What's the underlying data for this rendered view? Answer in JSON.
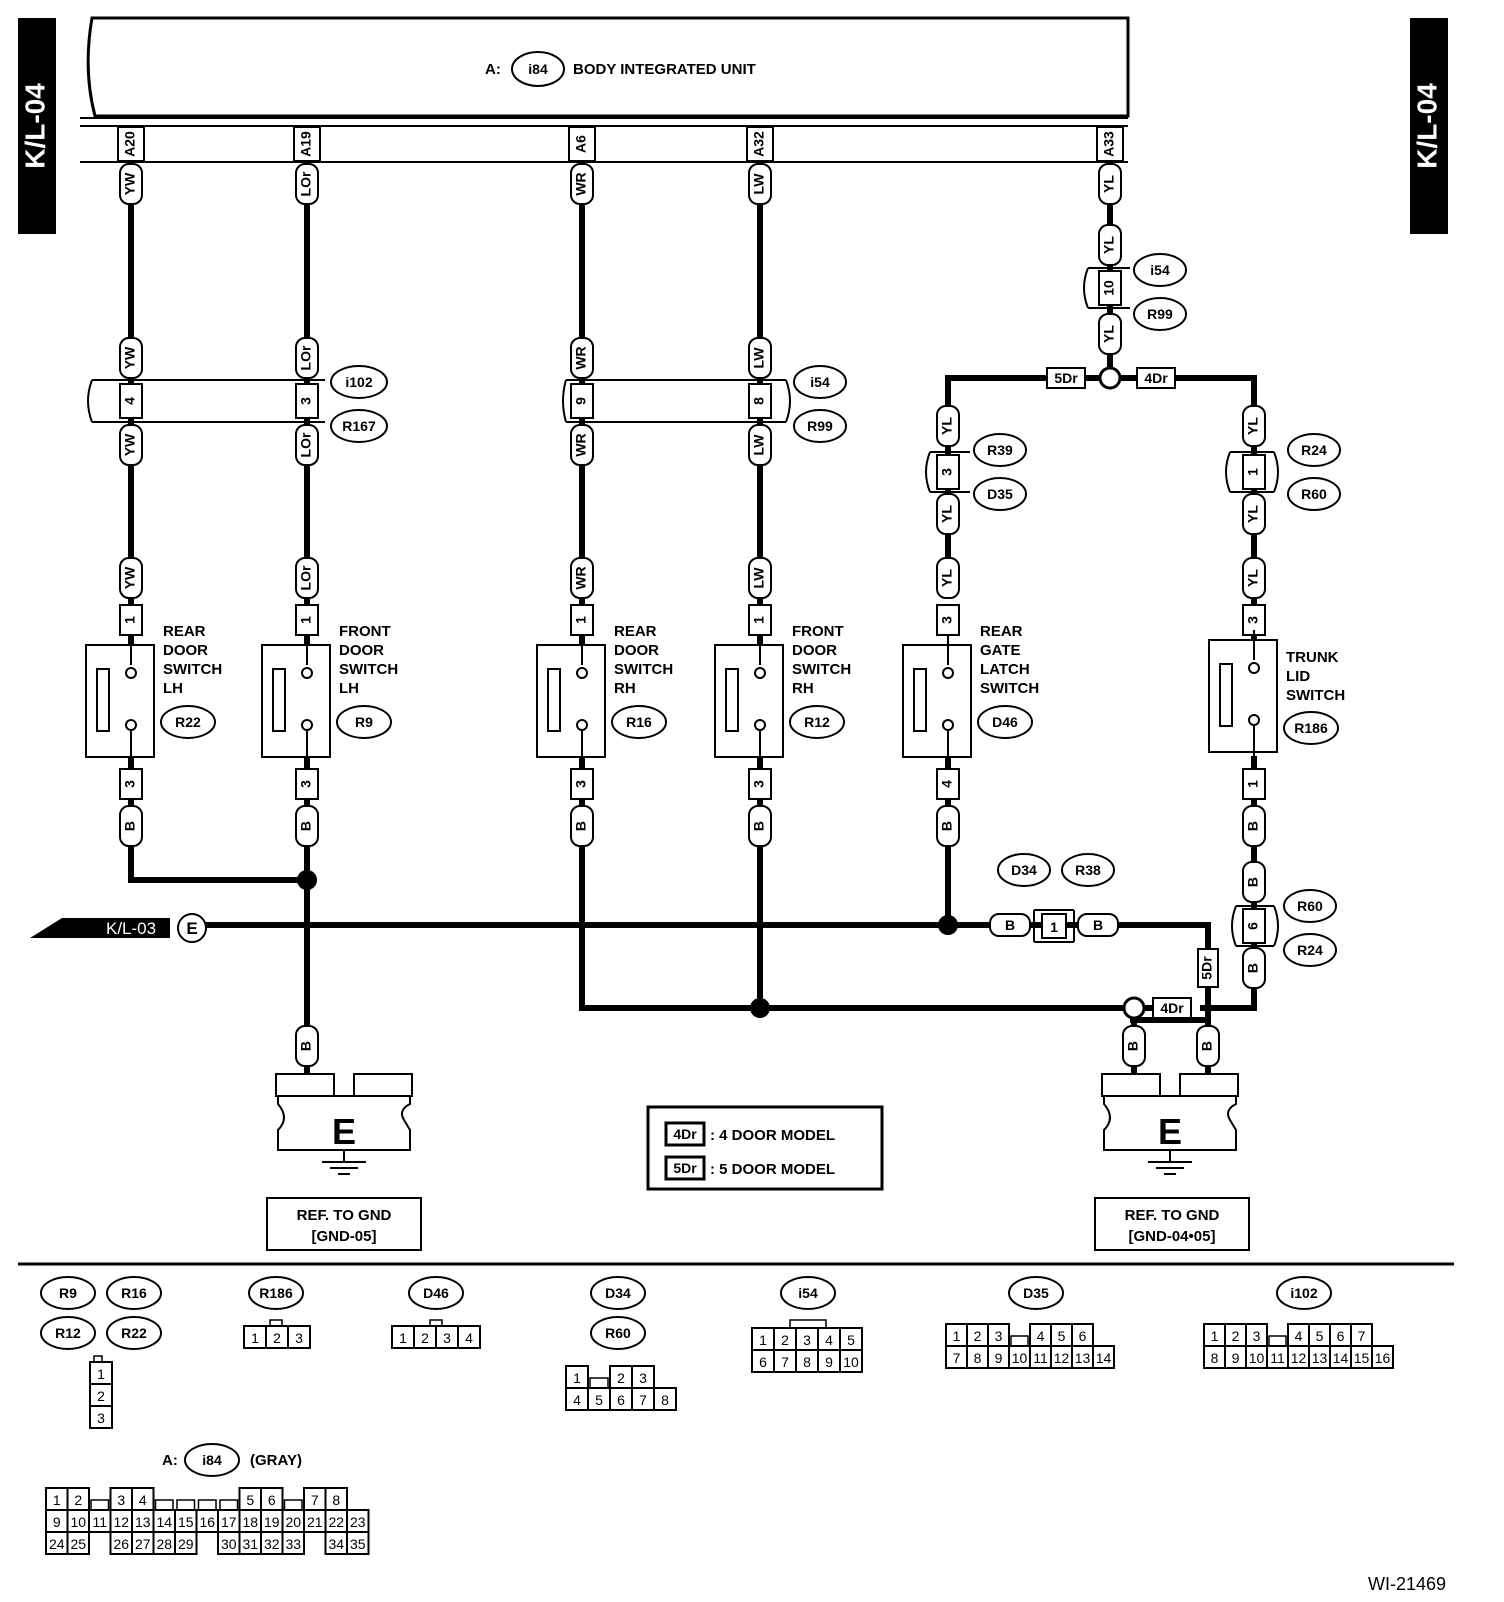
{
  "page_tag": "K/L-04",
  "figure_id": "WI-21469",
  "unit": {
    "prefix": "A:",
    "connector": "i84",
    "name": "BODY INTEGRATED UNIT"
  },
  "terminals": [
    {
      "id": "A20",
      "wire": "YW"
    },
    {
      "id": "A19",
      "wire": "LOr"
    },
    {
      "id": "A6",
      "wire": "WR"
    },
    {
      "id": "A32",
      "wire": "LW"
    },
    {
      "id": "A33",
      "wire": "YL"
    }
  ],
  "joints": [
    {
      "connectors": [
        "i102",
        "R167"
      ],
      "pins": [
        "4",
        "3"
      ],
      "wires": [
        "YW",
        "LOr"
      ]
    },
    {
      "connectors": [
        "i54",
        "R99"
      ],
      "pins": [
        "9",
        "8"
      ],
      "wires": [
        "WR",
        "LW"
      ]
    },
    {
      "connectors": [
        "i54",
        "R99"
      ],
      "pins": [
        "10"
      ],
      "wires": [
        "YL"
      ]
    },
    {
      "connectors": [
        "R39",
        "D35"
      ],
      "pins": [
        "3"
      ],
      "wires": [
        "YL"
      ]
    },
    {
      "connectors": [
        "R24",
        "R60"
      ],
      "pins": [
        "1"
      ],
      "wires": [
        "YL"
      ]
    },
    {
      "connectors": [
        "D34",
        "R38"
      ],
      "pins": [
        "1"
      ],
      "wires": [
        "B"
      ]
    },
    {
      "connectors": [
        "R60",
        "R24"
      ],
      "pins": [
        "6"
      ],
      "wires": [
        "B"
      ]
    }
  ],
  "switches": [
    {
      "name": [
        "REAR",
        "DOOR",
        "SWITCH",
        "LH"
      ],
      "connector": "R22",
      "pin_top": "1",
      "pin_bottom": "3",
      "wire_top": "YW",
      "wire_bottom": "B"
    },
    {
      "name": [
        "FRONT",
        "DOOR",
        "SWITCH",
        "LH"
      ],
      "connector": "R9",
      "pin_top": "1",
      "pin_bottom": "3",
      "wire_top": "LOr",
      "wire_bottom": "B"
    },
    {
      "name": [
        "REAR",
        "DOOR",
        "SWITCH",
        "RH"
      ],
      "connector": "R16",
      "pin_top": "1",
      "pin_bottom": "3",
      "wire_top": "WR",
      "wire_bottom": "B"
    },
    {
      "name": [
        "FRONT",
        "DOOR",
        "SWITCH",
        "RH"
      ],
      "connector": "R12",
      "pin_top": "1",
      "pin_bottom": "3",
      "wire_top": "LW",
      "wire_bottom": "B"
    },
    {
      "name": [
        "REAR",
        "GATE",
        "LATCH",
        "SWITCH"
      ],
      "connector": "D46",
      "pin_top": "3",
      "pin_bottom": "4",
      "wire_top": "YL",
      "wire_bottom": "B"
    },
    {
      "name": [
        "TRUNK",
        "LID",
        "SWITCH"
      ],
      "connector": "R186",
      "pin_top": "3",
      "pin_bottom": "1",
      "wire_top": "YL",
      "wire_bottom": "B"
    }
  ],
  "model_tags": {
    "four_door": "4Dr",
    "five_door": "5Dr"
  },
  "legend": [
    {
      "tag": "4Dr",
      "text": ": 4 DOOR MODEL"
    },
    {
      "tag": "5Dr",
      "text": ": 5 DOOR MODEL"
    }
  ],
  "offpage": {
    "ref": "K/L-03",
    "marker": "E"
  },
  "grounds": [
    {
      "mark": "E",
      "ref": [
        "REF. TO GND",
        "[GND-05]"
      ]
    },
    {
      "mark": "E",
      "ref": [
        "REF. TO GND",
        "[GND-04•05]"
      ]
    }
  ],
  "connector_views": [
    {
      "labels": [
        "R9",
        "R16",
        "R12",
        "R22"
      ],
      "rows": [
        [
          "1"
        ],
        [
          "2"
        ],
        [
          "3"
        ]
      ]
    },
    {
      "labels": [
        "R186"
      ],
      "rows": [
        [
          "1",
          "2",
          "3"
        ]
      ]
    },
    {
      "labels": [
        "D46"
      ],
      "rows": [
        [
          "1",
          "2",
          "3",
          "4"
        ]
      ]
    },
    {
      "labels": [
        "D34",
        "R60"
      ],
      "rows": [
        [
          "1",
          "",
          "2",
          "3"
        ],
        [
          "4",
          "5",
          "6",
          "7",
          "8"
        ]
      ]
    },
    {
      "labels": [
        "i54"
      ],
      "rows": [
        [
          "1",
          "2",
          "3",
          "4",
          "5"
        ],
        [
          "6",
          "7",
          "8",
          "9",
          "10"
        ]
      ]
    },
    {
      "labels": [
        "D35"
      ],
      "rows": [
        [
          "1",
          "2",
          "3",
          "",
          "4",
          "5",
          "6"
        ],
        [
          "7",
          "8",
          "9",
          "10",
          "11",
          "12",
          "13",
          "14"
        ]
      ]
    },
    {
      "labels": [
        "i102"
      ],
      "rows": [
        [
          "1",
          "2",
          "3",
          "",
          "4",
          "5",
          "6",
          "7"
        ],
        [
          "8",
          "9",
          "10",
          "11",
          "12",
          "13",
          "14",
          "15",
          "16"
        ]
      ]
    }
  ],
  "i84_view": {
    "prefix": "A:",
    "label": "i84",
    "color": "(GRAY)",
    "rows": [
      [
        "1",
        "2",
        "",
        "3",
        "4",
        "",
        "",
        "",
        "",
        "5",
        "6",
        "",
        "7",
        "8"
      ],
      [
        "9",
        "10",
        "11",
        "12",
        "13",
        "14",
        "15",
        "16",
        "17",
        "18",
        "19",
        "20",
        "21",
        "22",
        "23"
      ],
      [
        "24",
        "25",
        "",
        "26",
        "27",
        "28",
        "29",
        "",
        "30",
        "31",
        "32",
        "33",
        "",
        "34",
        "35"
      ]
    ]
  }
}
